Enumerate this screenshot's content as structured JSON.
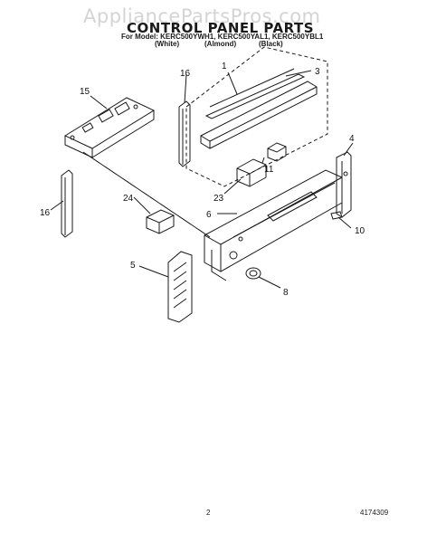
{
  "watermark": "AppliancePartsPros.com",
  "header": {
    "title": "CONTROL PANEL PARTS",
    "models": "For Model: KERC500YWH1, KERC500YAL1, KERC500YBL1",
    "color_white": "(White)",
    "color_almond": "(Almond)",
    "color_black": "(Black)"
  },
  "callouts": {
    "c1": "1",
    "c3": "3",
    "c4": "4",
    "c5": "5",
    "c6": "6",
    "c8": "8",
    "c10": "10",
    "c11": "11",
    "c15": "15",
    "c16a": "16",
    "c16b": "16",
    "c23": "23",
    "c24": "24"
  },
  "footer": {
    "page_number": "2",
    "document_number": "4174309"
  }
}
